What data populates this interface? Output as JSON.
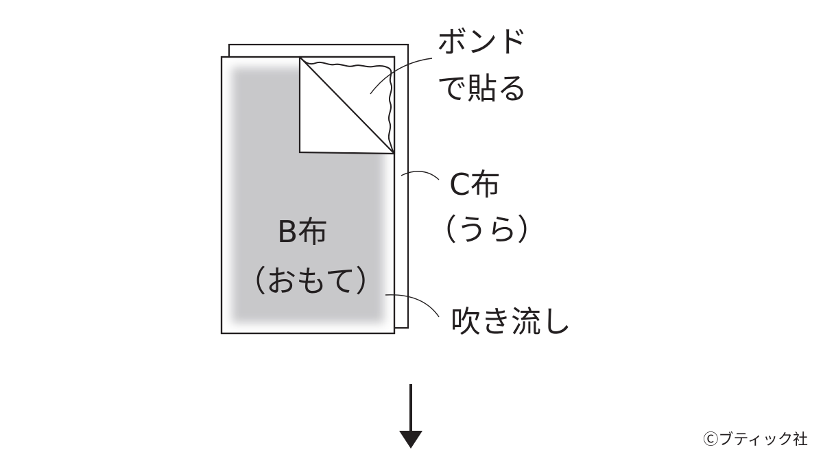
{
  "labels": {
    "bond_line1": "ボンド",
    "bond_line2": "で貼る",
    "c_fabric_line1": "C布",
    "c_fabric_line2": "（うら）",
    "fukinagashi": "吹き流し",
    "b_fabric_line1": "B布",
    "b_fabric_line2": "（おもて）"
  },
  "copyright": "Ⓒブティック社",
  "colors": {
    "stroke": "#231f20",
    "fabric_b_fill": "#c8c8ca",
    "background": "#ffffff"
  },
  "icons": {
    "down_arrow": "down-arrow-icon"
  }
}
